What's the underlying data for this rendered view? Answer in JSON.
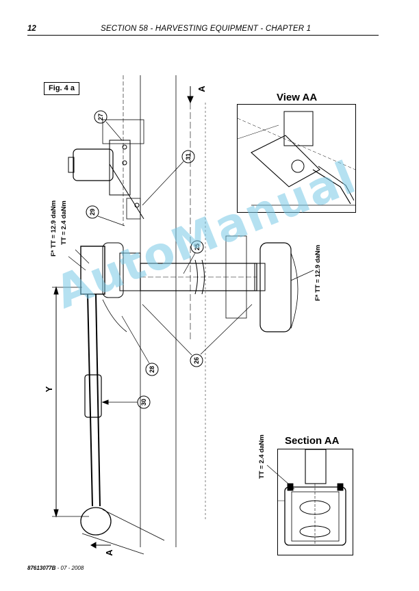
{
  "header": {
    "page_number": "12",
    "section_title": "SECTION 58 - HARVESTING EQUIPMENT - CHAPTER 1"
  },
  "figure": {
    "label": "Fig. 4 a",
    "section_marker": "A",
    "dimension_label": "Y",
    "torque_left_1": "F* TT = 12.9 daNm",
    "torque_left_2": "TT = 2.4 daNm",
    "torque_right": "F* TT = 12.9 daNm",
    "callouts": [
      "27",
      "31",
      "29",
      "25",
      "26",
      "28",
      "30"
    ]
  },
  "view_aa": {
    "title": "View AA"
  },
  "section_aa": {
    "title": "Section AA",
    "torque": "TT = 2.4 daNm"
  },
  "watermark": "AutoManual",
  "footer": {
    "doc_code": "87613077B",
    "date": "- 07 - 2008"
  }
}
